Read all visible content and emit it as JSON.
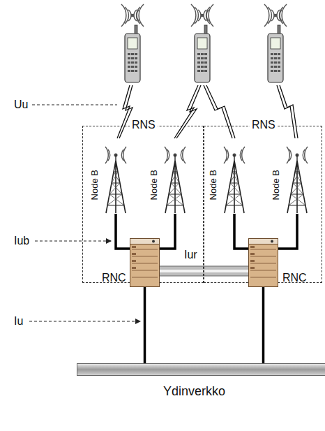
{
  "diagram": {
    "nodes": [
      {
        "text": [
          "RNS"
        ]
      },
      {
        "text": [
          "Node B"
        ],
        "in": 0
      },
      {
        "text": [
          "Node B"
        ],
        "in": 0
      },
      {
        "text": [
          "RNC"
        ],
        "in": 0
      },
      {
        "text": [
          "RNS"
        ]
      },
      {
        "text": [
          "Node B"
        ],
        "in": 4
      },
      {
        "text": [
          "Node B"
        ],
        "in": 4
      },
      {
        "text": [
          "RNC"
        ],
        "in": 4
      },
      {
        "text": [
          "Ydinverkko"
        ]
      }
    ],
    "edges": [
      {
        "from": 1,
        "to": 3,
        "arrow": "none"
      },
      {
        "from": 2,
        "to": 3,
        "arrow": "none"
      },
      {
        "from": 5,
        "to": 7,
        "arrow": "none"
      },
      {
        "from": 6,
        "to": 7,
        "arrow": "none"
      },
      {
        "from": 3,
        "to": 7,
        "label": "Iur",
        "arrow": "none"
      },
      {
        "from": 3,
        "to": 8,
        "arrow": "none"
      },
      {
        "from": 7,
        "to": 8,
        "arrow": "none"
      }
    ],
    "labels": [
      "Uu",
      "Iub",
      "Iu"
    ]
  }
}
